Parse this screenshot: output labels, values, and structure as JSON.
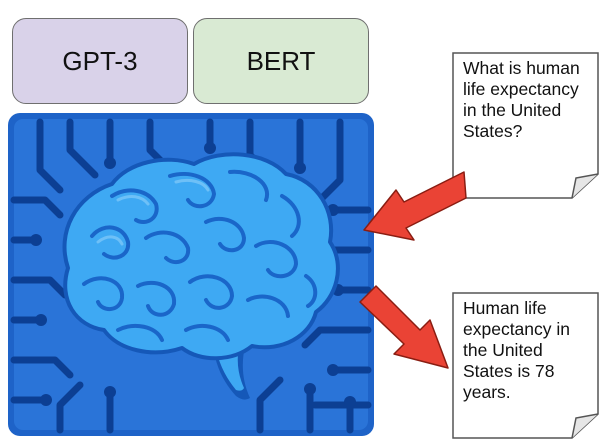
{
  "models": {
    "gpt3_label": "GPT-3",
    "bert_label": "BERT"
  },
  "colors": {
    "gpt3_fill": "#d9d2e9",
    "bert_fill": "#d9ead3",
    "chip_background": "#1e63c8",
    "chip_circuit": "#0c3f93",
    "brain_fill": "#3ea9f3",
    "brain_outline": "#1558b8",
    "arrow_fill": "#ea4335",
    "note_border": "#555555"
  },
  "icons": {
    "chip": "circuit-board-icon",
    "brain": "brain-icon",
    "arrow": "red-arrow-icon",
    "note": "folded-corner-note-icon"
  },
  "question_note": {
    "text": "What is human life expectancy in the United States?"
  },
  "answer_note": {
    "text": "Human life expectancy in the United States is 78 years."
  }
}
